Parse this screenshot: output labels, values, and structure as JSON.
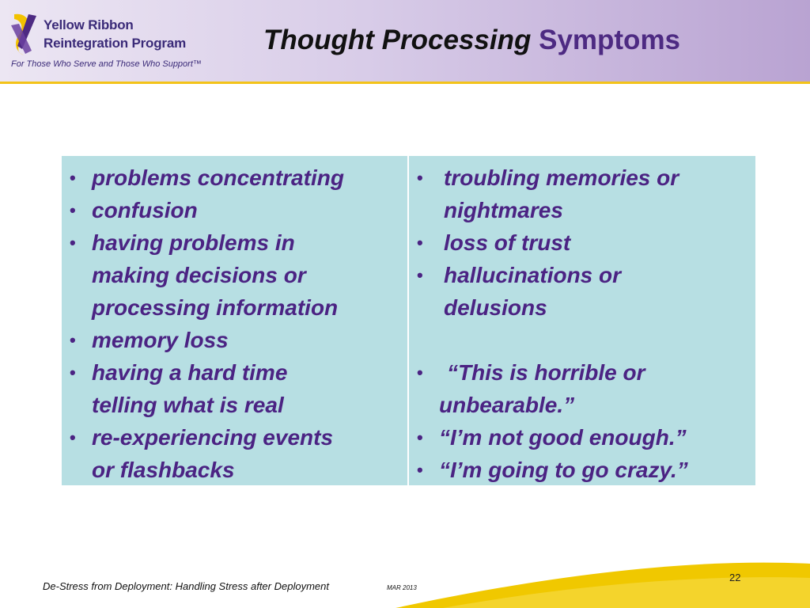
{
  "header": {
    "logo_line1": "Yellow Ribbon",
    "logo_line2": "Reintegration Program",
    "logo_tagline": "For Those Who Serve and Those Who Support™",
    "title_part1": "Thought Processing",
    "title_part2": "Symptoms"
  },
  "table": {
    "left_items": [
      "problems concentrating",
      "confusion",
      "having problems in",
      "making decisions or",
      "processing information",
      "memory loss",
      "having a hard time",
      "telling what is real",
      "re-experiencing events",
      "or flashbacks"
    ],
    "right_items": [
      "troubling memories or",
      "nightmares",
      "loss of trust",
      "hallucinations or",
      "delusions",
      "“This is horrible or",
      "unbearable.”",
      "“I’m not good enough.”",
      "“I’m going to go crazy.”"
    ],
    "bullet": "•"
  },
  "footer": {
    "text": "De-Stress from Deployment: Handling Stress after Deployment",
    "date": "MAR 2013",
    "page_number": "22"
  },
  "colors": {
    "header_accent": "#f3c318",
    "title_purple": "#4d2a82",
    "table_bg": "#b7dfe3",
    "text_purple": "#4b2383",
    "swoosh_yellow": "#f0c800"
  }
}
